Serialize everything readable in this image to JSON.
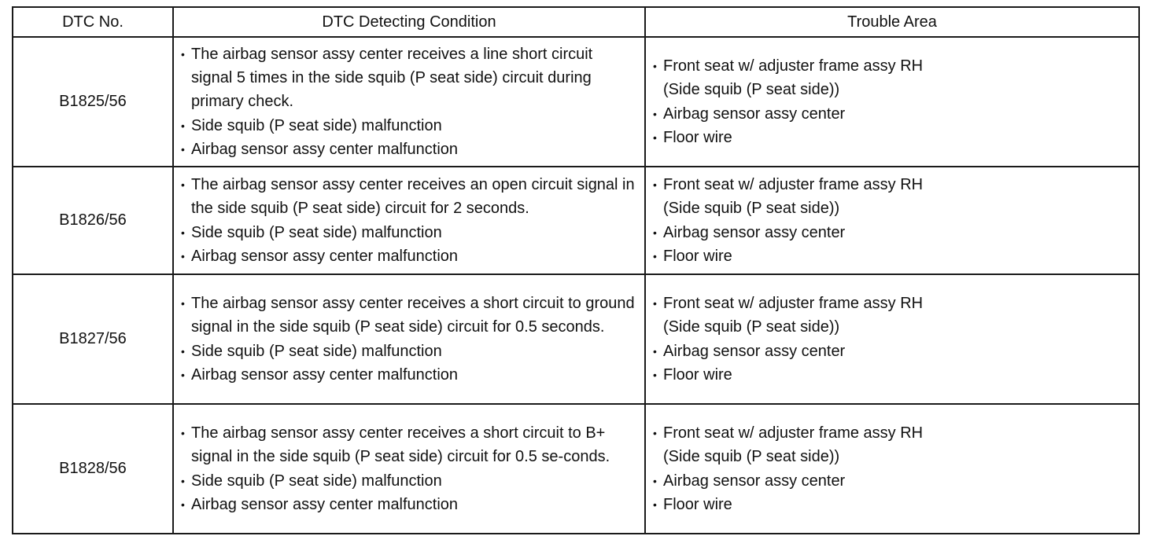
{
  "headers": {
    "dtc_no": "DTC No.",
    "condition": "DTC Detecting Condition",
    "trouble_area": "Trouble Area"
  },
  "rows": [
    {
      "code": "B1825/56",
      "conditions": [
        "The airbag sensor assy center receives a line short circuit signal 5 times in the side squib (P seat side) circuit during primary check.",
        "Side squib (P seat side) malfunction",
        "Airbag sensor assy center malfunction"
      ],
      "areas": [
        "Front seat w/ adjuster frame assy RH (Side squib (P seat side))",
        "Airbag sensor assy center",
        "Floor wire"
      ]
    },
    {
      "code": "B1826/56",
      "conditions": [
        "The airbag sensor assy center receives an open circuit signal in the side squib (P seat side) circuit for 2 seconds.",
        "Side squib (P seat side) malfunction",
        "Airbag sensor assy center malfunction"
      ],
      "areas": [
        "Front seat w/ adjuster frame assy RH (Side squib (P seat side))",
        "Airbag sensor assy center",
        "Floor wire"
      ]
    },
    {
      "code": "B1827/56",
      "conditions": [
        "The airbag sensor assy center receives a short circuit to ground signal in the side squib (P seat side) circuit for 0.5 seconds.",
        "Side squib (P seat side) malfunction",
        "Airbag sensor assy center malfunction"
      ],
      "areas": [
        "Front seat w/ adjuster frame assy RH (Side squib (P seat side))",
        "Airbag sensor assy center",
        "Floor wire"
      ]
    },
    {
      "code": "B1828/56",
      "conditions": [
        "The airbag sensor assy center receives a short circuit to B+ signal in the side squib (P seat side) circuit for 0.5 se-conds.",
        "Side squib (P seat side) malfunction",
        "Airbag sensor assy center malfunction"
      ],
      "areas": [
        "Front seat w/ adjuster frame assy RH (Side squib (P seat side))",
        "Airbag sensor assy center",
        "Floor wire"
      ]
    }
  ]
}
